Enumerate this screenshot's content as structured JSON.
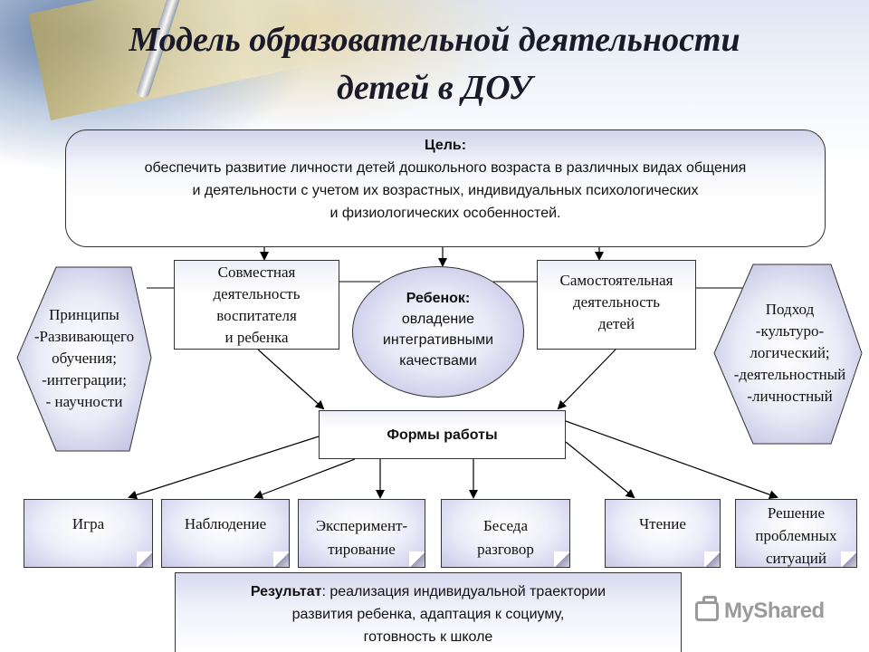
{
  "title": {
    "line1": "Модель образовательной деятельности",
    "line2": "детей в ДОУ"
  },
  "goal": {
    "label": "Цель:",
    "lines": [
      "обеспечить развитие личности детей дошкольного возраста в различных видах общения",
      "и деятельности с учетом их  возрастных, индивидуальных психологических",
      "и физиологических особенностей."
    ]
  },
  "principles": {
    "lines": [
      "Принципы",
      "-Развивающего",
      "обучения;",
      "-интеграции;",
      "- научности"
    ]
  },
  "joint": {
    "lines": [
      "Совместная",
      "деятельность",
      "воспитателя",
      "и ребенка"
    ]
  },
  "child": {
    "label": "Ребенок:",
    "lines": [
      "овладение",
      "интегративными",
      "качествами"
    ]
  },
  "independent": {
    "lines": [
      "Самостоятельная",
      "деятельность",
      "детей"
    ]
  },
  "approach": {
    "lines": [
      "Подход",
      "-культуро-",
      "логический;",
      "-деятельностный",
      "-личностный"
    ]
  },
  "forms": {
    "label": "Формы работы"
  },
  "cards": [
    {
      "lines": [
        "Игра"
      ]
    },
    {
      "lines": [
        "Наблюдение"
      ]
    },
    {
      "lines": [
        "Эксперимент-",
        "тирование"
      ]
    },
    {
      "lines": [
        "Беседа",
        "разговор"
      ]
    },
    {
      "lines": [
        "Чтение"
      ]
    },
    {
      "lines": [
        "Решение",
        "проблемных",
        "ситуаций"
      ]
    }
  ],
  "result": {
    "label": "Результат",
    "line1_rest": ": реализация индивидуальной траектории",
    "line2": "развития ребенка, адаптация к социуму,",
    "line3": "готовность к школе"
  },
  "watermark": {
    "text": "MyShared",
    "icon": "briefcase-icon"
  }
}
